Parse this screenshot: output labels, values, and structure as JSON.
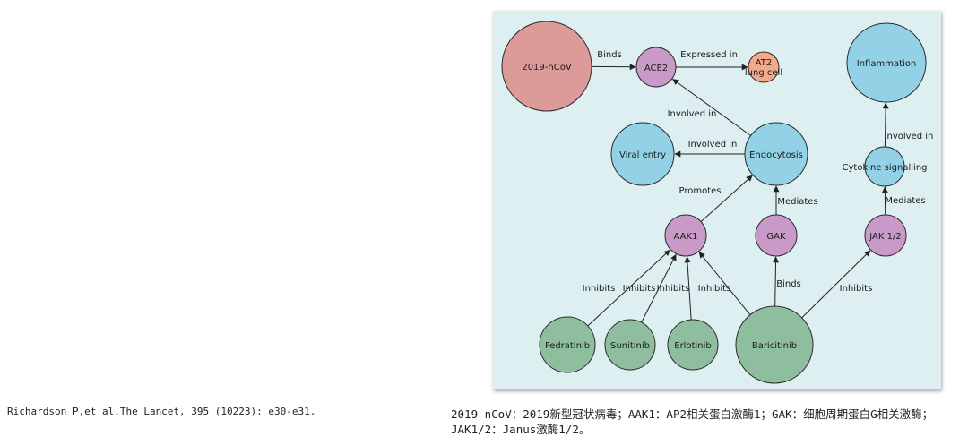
{
  "diagram": {
    "nodes": [
      {
        "id": "ncov",
        "label": "2019-nCoV",
        "color": "#dc9a98"
      },
      {
        "id": "ace2",
        "label": "ACE2",
        "color": "#c99ac8"
      },
      {
        "id": "at2",
        "label": "AT2",
        "label2": "lung cell",
        "color": "#f3a98a"
      },
      {
        "id": "inflam",
        "label": "Inflammation",
        "color": "#93d2e6"
      },
      {
        "id": "endo",
        "label": "Endocytosis",
        "color": "#93d2e6"
      },
      {
        "id": "viral",
        "label": "Viral entry",
        "color": "#93d2e6"
      },
      {
        "id": "cyto",
        "label": "Cytokine signalling",
        "color": "#93d2e6"
      },
      {
        "id": "aak1",
        "label": "AAK1",
        "color": "#c99ac8"
      },
      {
        "id": "gak",
        "label": "GAK",
        "color": "#c99ac8"
      },
      {
        "id": "jak",
        "label": "JAK 1/2",
        "color": "#c99ac8"
      },
      {
        "id": "fed",
        "label": "Fedratinib",
        "color": "#8fbe9e"
      },
      {
        "id": "suni",
        "label": "Sunitinib",
        "color": "#8fbe9e"
      },
      {
        "id": "erlo",
        "label": "Erlotinib",
        "color": "#8fbe9e"
      },
      {
        "id": "bari",
        "label": "Baricitinib",
        "color": "#8fbe9e"
      }
    ],
    "edges": [
      {
        "from": "ncov",
        "to": "ace2",
        "label": "Binds"
      },
      {
        "from": "ace2",
        "to": "at2",
        "label": "Expressed in"
      },
      {
        "from": "endo",
        "to": "ace2",
        "label": "Involved in"
      },
      {
        "from": "endo",
        "to": "viral",
        "label": "Involved in"
      },
      {
        "from": "aak1",
        "to": "endo",
        "label": "Promotes"
      },
      {
        "from": "gak",
        "to": "endo",
        "label": "Mediates"
      },
      {
        "from": "cyto",
        "to": "inflam",
        "label": "Involved in"
      },
      {
        "from": "jak",
        "to": "cyto",
        "label": "Mediates"
      },
      {
        "from": "fed",
        "to": "aak1",
        "label": "Inhibits"
      },
      {
        "from": "suni",
        "to": "aak1",
        "label": "Inhibits"
      },
      {
        "from": "erlo",
        "to": "aak1",
        "label": "Inhibits"
      },
      {
        "from": "bari",
        "to": "aak1",
        "label": "Inhibits"
      },
      {
        "from": "bari",
        "to": "gak",
        "label": "Binds"
      },
      {
        "from": "bari",
        "to": "jak",
        "label": "Inhibits"
      }
    ],
    "panel_background": "#ddeff1",
    "edge_color": "#222222"
  },
  "citation": "Richardson P,et al.The Lancet, 395 (10223): e30-e31.",
  "caption": "2019-nCoV：2019新型冠状病毒；AAK1：AP2相关蛋白激酶1；GAK：细胞周期蛋白G相关激酶；JAK1/2：Janus激酶1/2。"
}
